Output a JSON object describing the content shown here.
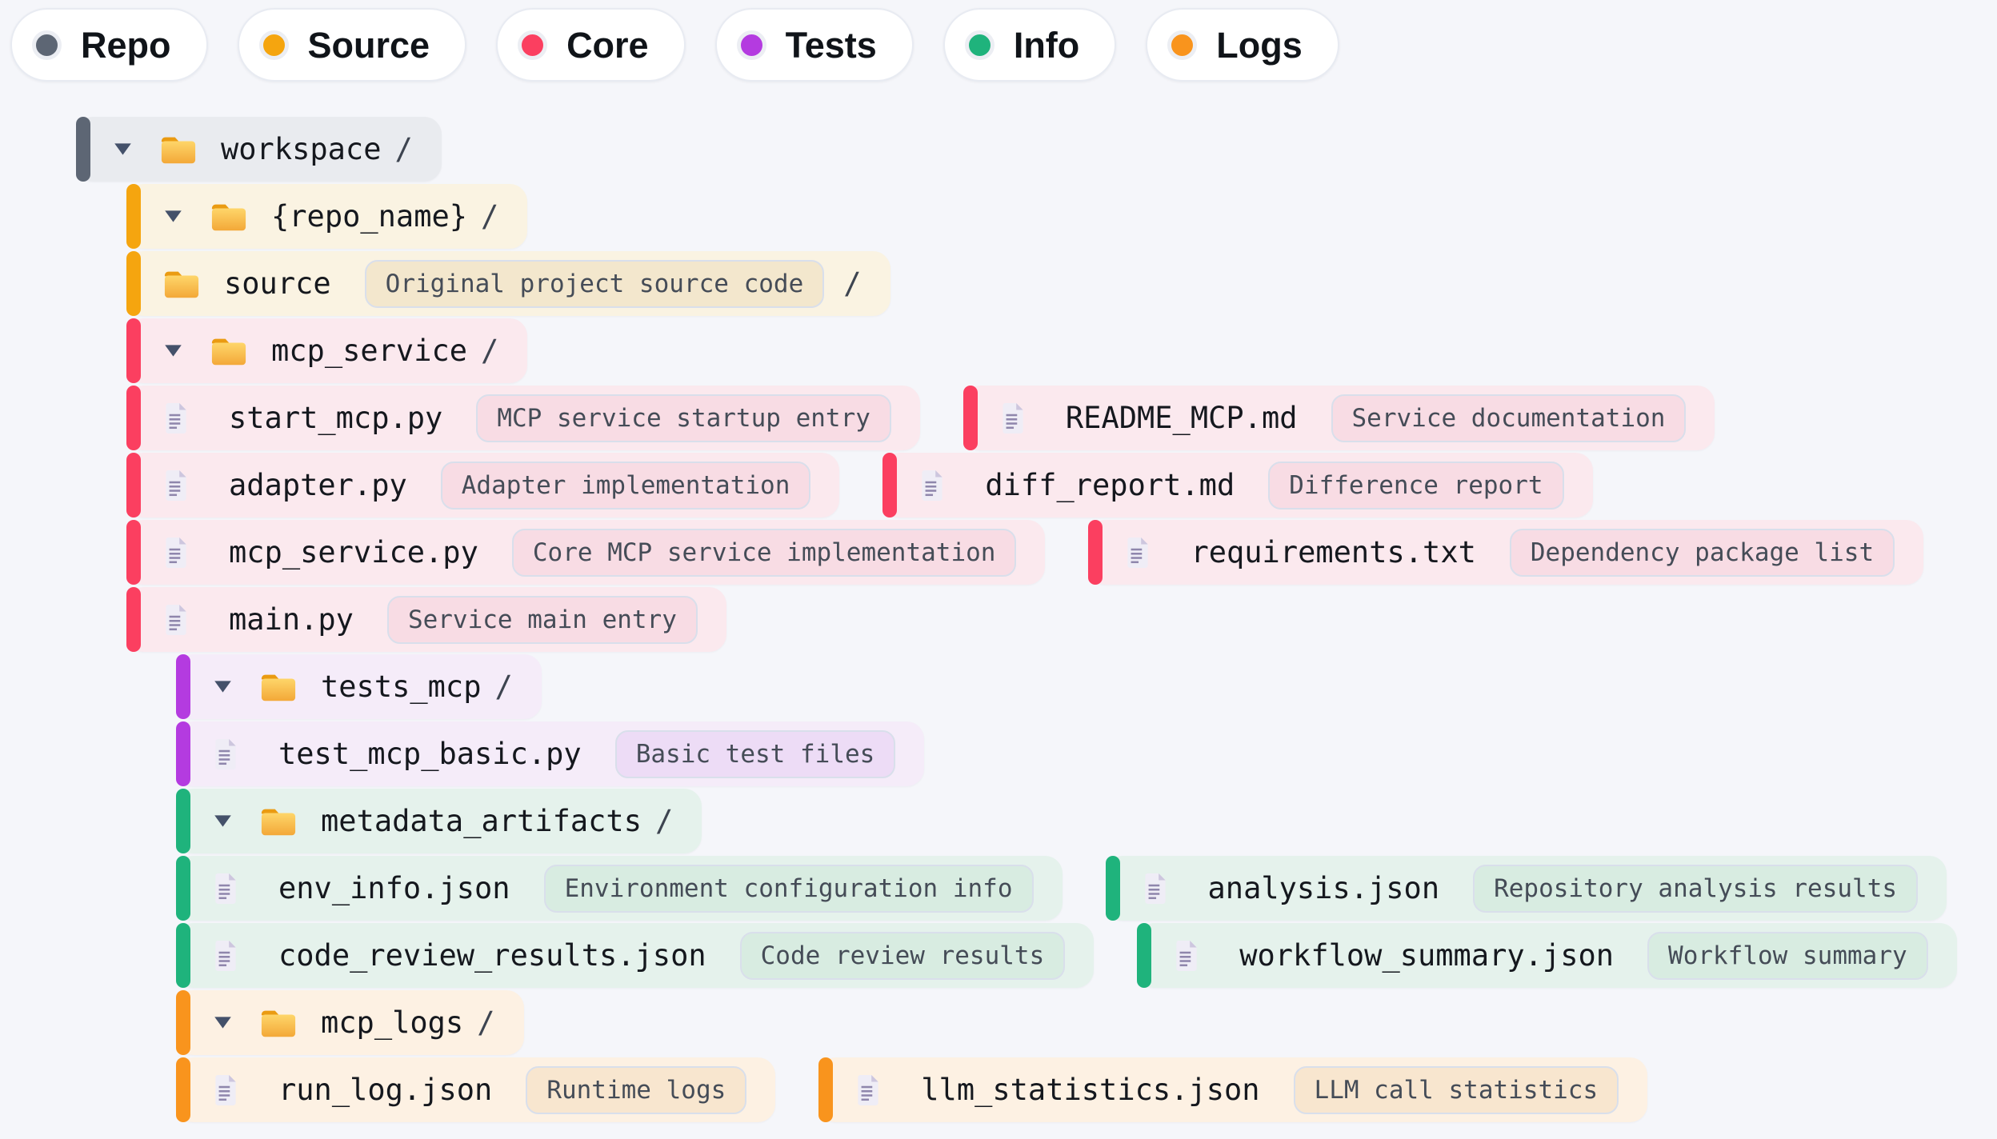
{
  "legend": [
    {
      "label": "Repo",
      "category": "repo",
      "color": "#5d6674"
    },
    {
      "label": "Source",
      "category": "source",
      "color": "#f5a50f"
    },
    {
      "label": "Core",
      "category": "core",
      "color": "#fb3f60"
    },
    {
      "label": "Tests",
      "category": "tests",
      "color": "#b43be0"
    },
    {
      "label": "Info",
      "category": "info",
      "color": "#1fb37c"
    },
    {
      "label": "Logs",
      "category": "logs",
      "color": "#f9941d"
    }
  ],
  "palette": {
    "repo": {
      "accent": "#5d6674",
      "row": "#e9ebef",
      "badge": "#dcdfe5"
    },
    "source": {
      "accent": "#f5a50f",
      "row": "#faf3e2",
      "badge": "#f3e7cd"
    },
    "core": {
      "accent": "#fb3f60",
      "row": "#fbe9ee",
      "badge": "#f8dce4"
    },
    "tests": {
      "accent": "#b43be0",
      "row": "#f5ecf9",
      "badge": "#eddcf6"
    },
    "info": {
      "accent": "#1fb37c",
      "row": "#e5f2ec",
      "badge": "#d8ece1"
    },
    "logs": {
      "accent": "#f9941d",
      "row": "#fdf1e3",
      "badge": "#f8e6cf"
    }
  },
  "tree": {
    "rows": [
      {
        "indent": 0,
        "category": "repo",
        "items": [
          {
            "type": "folder",
            "expanded": true,
            "name": "workspace",
            "suffix": "/"
          }
        ]
      },
      {
        "indent": 1,
        "category": "source",
        "items": [
          {
            "type": "folder",
            "expanded": true,
            "name": "{repo_name}",
            "suffix": "/"
          }
        ]
      },
      {
        "indent": 1,
        "category": "source",
        "items": [
          {
            "type": "folder",
            "expanded": false,
            "name": "source",
            "badge": "Original project source code",
            "suffix": "/"
          }
        ]
      },
      {
        "indent": 1,
        "category": "core",
        "items": [
          {
            "type": "folder",
            "expanded": true,
            "name": "mcp_service",
            "suffix": "/"
          }
        ]
      },
      {
        "indent": 1,
        "category": "core",
        "items": [
          {
            "type": "file",
            "name": "start_mcp.py",
            "badge": "MCP service startup entry"
          },
          {
            "type": "file",
            "name": "README_MCP.md",
            "badge": "Service documentation"
          }
        ]
      },
      {
        "indent": 1,
        "category": "core",
        "items": [
          {
            "type": "file",
            "name": "adapter.py",
            "badge": "Adapter implementation"
          },
          {
            "type": "file",
            "name": "diff_report.md",
            "badge": "Difference report"
          }
        ]
      },
      {
        "indent": 1,
        "category": "core",
        "items": [
          {
            "type": "file",
            "name": "mcp_service.py",
            "badge": "Core MCP service implementation"
          },
          {
            "type": "file",
            "name": "requirements.txt",
            "badge": "Dependency package list"
          }
        ]
      },
      {
        "indent": 1,
        "category": "core",
        "items": [
          {
            "type": "file",
            "name": "main.py",
            "badge": "Service main entry"
          }
        ]
      },
      {
        "indent": 2,
        "category": "tests",
        "items": [
          {
            "type": "folder",
            "expanded": true,
            "name": "tests_mcp",
            "suffix": "/"
          }
        ]
      },
      {
        "indent": 2,
        "category": "tests",
        "items": [
          {
            "type": "file",
            "name": "test_mcp_basic.py",
            "badge": "Basic test files"
          }
        ]
      },
      {
        "indent": 2,
        "category": "info",
        "items": [
          {
            "type": "folder",
            "expanded": true,
            "name": "metadata_artifacts",
            "suffix": "/"
          }
        ]
      },
      {
        "indent": 2,
        "category": "info",
        "items": [
          {
            "type": "file",
            "name": "env_info.json",
            "badge": "Environment configuration info"
          },
          {
            "type": "file",
            "name": "analysis.json",
            "badge": "Repository analysis results"
          }
        ]
      },
      {
        "indent": 2,
        "category": "info",
        "items": [
          {
            "type": "file",
            "name": "code_review_results.json",
            "badge": "Code review results"
          },
          {
            "type": "file",
            "name": "workflow_summary.json",
            "badge": "Workflow summary"
          }
        ]
      },
      {
        "indent": 2,
        "category": "logs",
        "items": [
          {
            "type": "folder",
            "expanded": true,
            "name": "mcp_logs",
            "suffix": "/"
          }
        ]
      },
      {
        "indent": 2,
        "category": "logs",
        "items": [
          {
            "type": "file",
            "name": "run_log.json",
            "badge": "Runtime logs"
          },
          {
            "type": "file",
            "name": "llm_statistics.json",
            "badge": "LLM call statistics"
          }
        ]
      }
    ]
  }
}
